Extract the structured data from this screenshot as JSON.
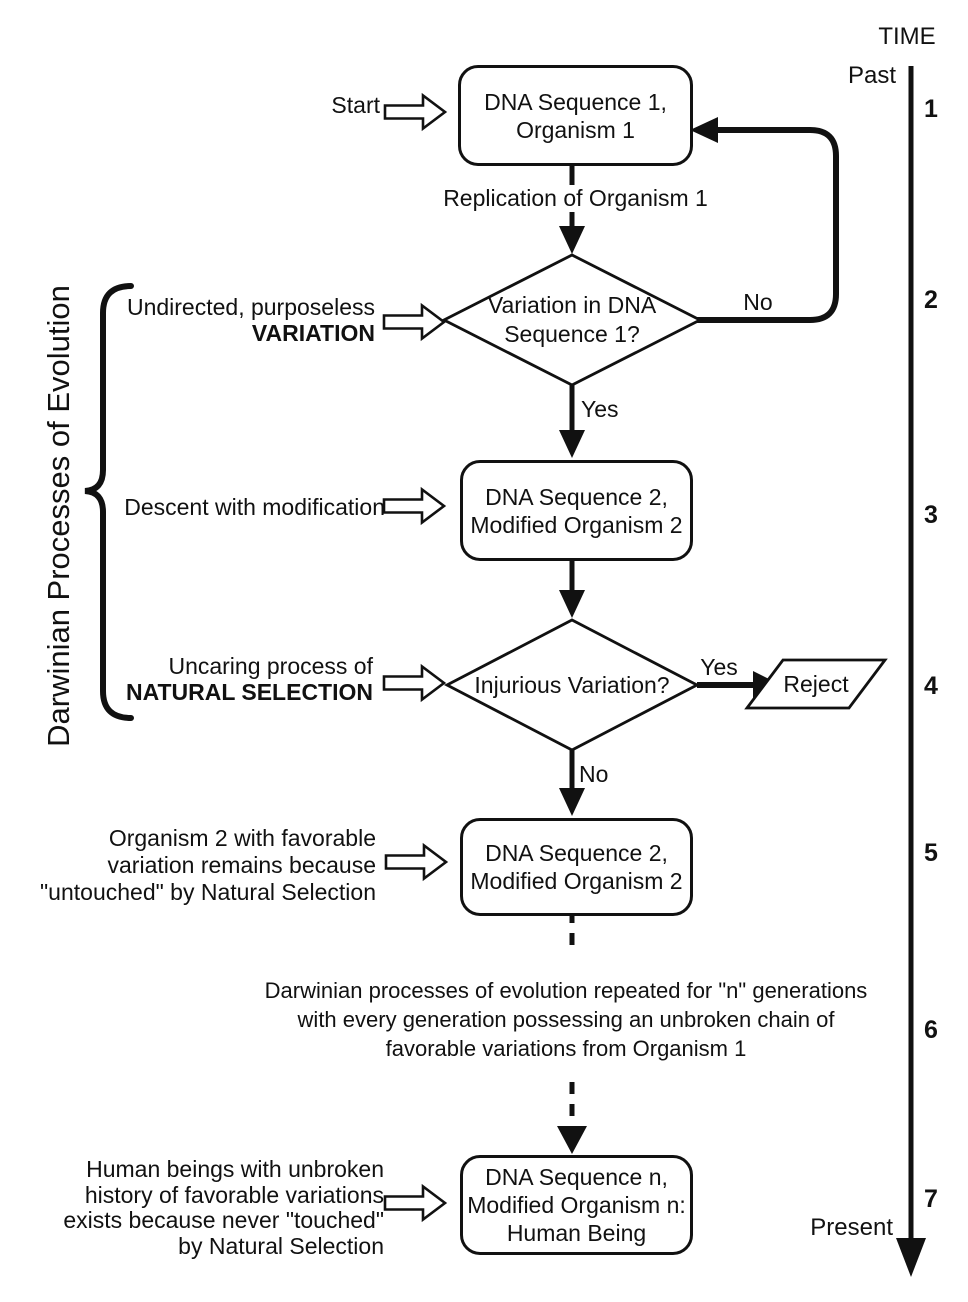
{
  "colors": {
    "ink": "#111111",
    "background": "#ffffff"
  },
  "side_brace_label": "Darwinian Processes of Evolution",
  "start_label": "Start",
  "timeline": {
    "title": "TIME",
    "past": "Past",
    "present": "Present",
    "ticks": [
      "1",
      "2",
      "3",
      "4",
      "5",
      "6",
      "7"
    ]
  },
  "flow": {
    "box1": {
      "line1": "DNA Sequence 1,",
      "line2": "Organism 1"
    },
    "replication_label": "Replication of Organism 1",
    "variation_decision": {
      "line1": "Variation in DNA",
      "line2": "Sequence 1?",
      "no_label": "No",
      "yes_label": "Yes"
    },
    "box2": {
      "line1": "DNA Sequence 2,",
      "line2": "Modified Organism 2"
    },
    "injurious_decision": {
      "label": "Injurious Variation?",
      "yes_label": "Yes",
      "no_label": "No"
    },
    "reject_label": "Reject",
    "box3": {
      "line1": "DNA Sequence 2,",
      "line2": "Modified Organism 2"
    },
    "repeat_note": {
      "line1": "Darwinian processes of evolution repeated for \"n\" generations",
      "line2": "with every generation possessing an unbroken chain of",
      "line3": "favorable variations from Organism 1"
    },
    "box4": {
      "line1": "DNA Sequence n,",
      "line2": "Modified Organism n:",
      "line3": "Human Being"
    }
  },
  "annotations": {
    "variation": {
      "line1": "Undirected, purposeless",
      "line2": "VARIATION"
    },
    "descent": {
      "line1": "Descent with modification"
    },
    "natural_selection": {
      "line1": "Uncaring process of",
      "line2": "NATURAL SELECTION"
    },
    "favorable": {
      "line1": "Organism 2 with favorable",
      "line2": "variation remains because",
      "line3": "\"untouched\" by Natural Selection"
    },
    "human": {
      "line1": "Human beings with unbroken",
      "line2": "history of favorable variations",
      "line3": "exists because never \"touched\"",
      "line4": "by Natural Selection"
    }
  }
}
